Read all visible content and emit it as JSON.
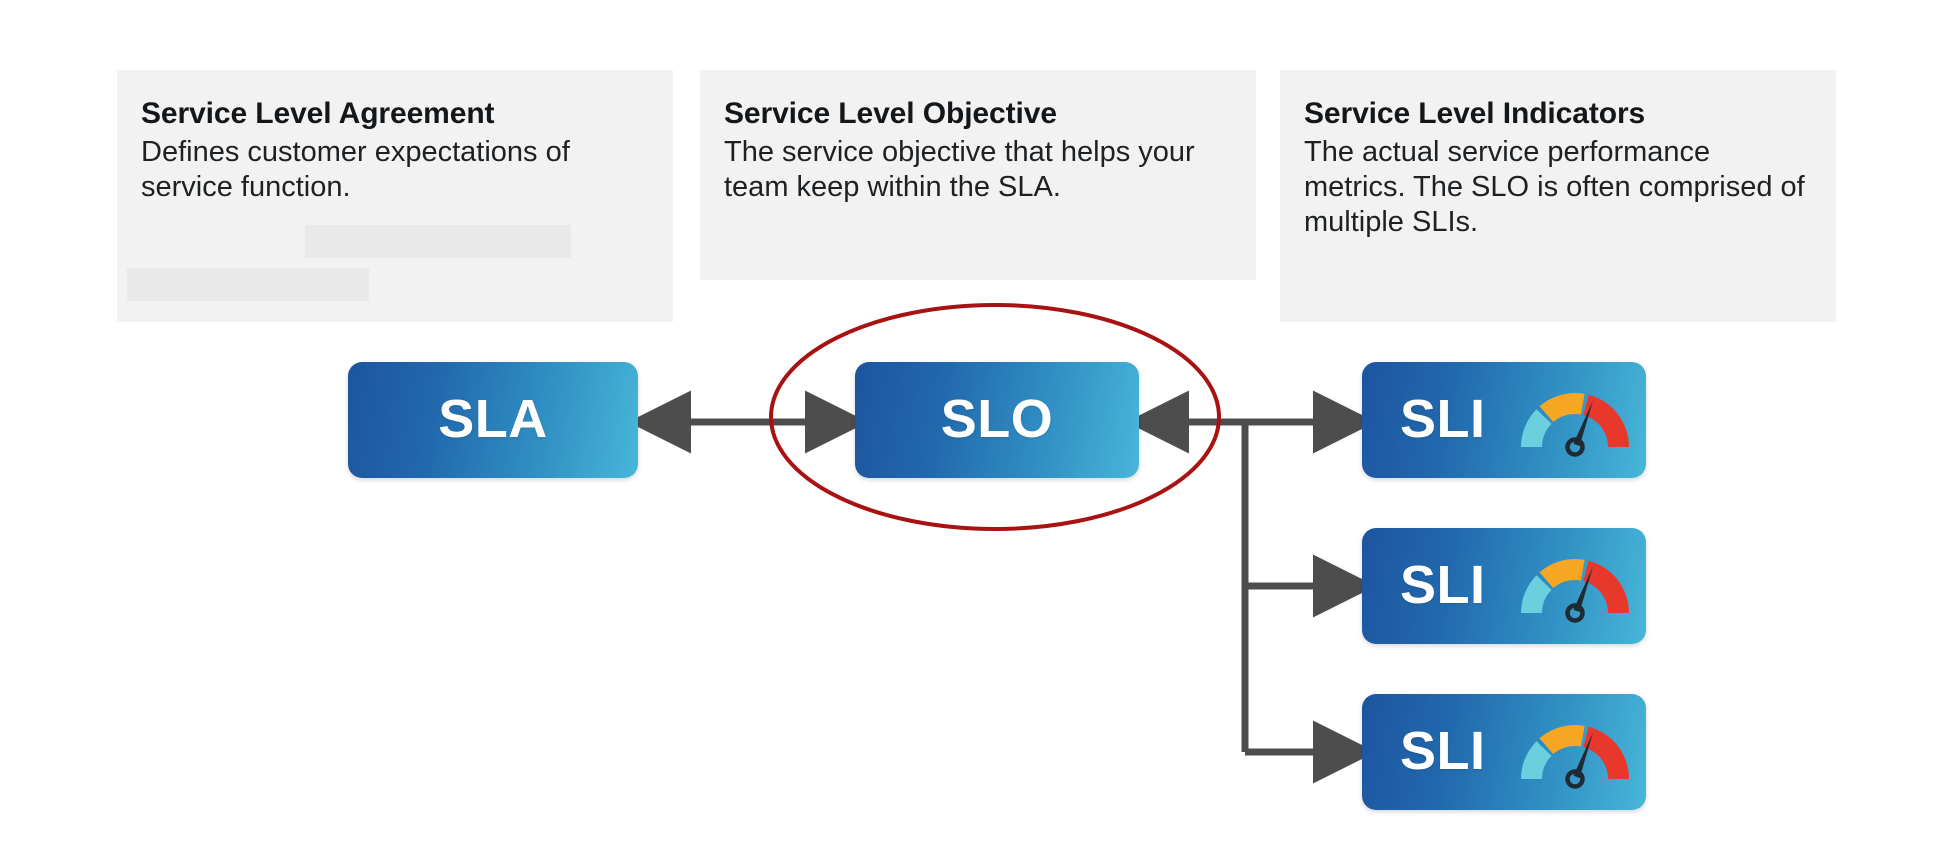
{
  "diagram": {
    "title_concept": "SLA / SLO / SLI relationship",
    "background_color": "#ffffff"
  },
  "cards": [
    {
      "id": "sla-card",
      "title": "Service Level Agreement",
      "body": "Defines customer expectations of service function.",
      "background_color": "#f2f2f2",
      "has_redacted_blocks": true
    },
    {
      "id": "slo-card",
      "title": "Service Level Objective",
      "body": "The service objective that helps your team keep within the SLA.",
      "background_color": "#f2f2f2",
      "has_redacted_blocks": false
    },
    {
      "id": "sli-card",
      "title": "Service Level Indicators",
      "body": "The actual service performance metrics. The SLO is often comprised of multiple SLIs.",
      "background_color": "#f2f2f2",
      "has_redacted_blocks": false
    }
  ],
  "nodes": {
    "sla": {
      "label": "SLA"
    },
    "slo": {
      "label": "SLO"
    },
    "sli_1": {
      "label": "SLI",
      "icon": "gauge-icon"
    },
    "sli_2": {
      "label": "SLI",
      "icon": "gauge-icon"
    },
    "sli_3": {
      "label": "SLI",
      "icon": "gauge-icon"
    }
  },
  "gauge": {
    "segments": [
      {
        "name": "low",
        "color": "#6ccfdd"
      },
      {
        "name": "medium",
        "color": "#f5a623"
      },
      {
        "name": "high",
        "color": "#e8382c"
      }
    ],
    "needle_color": "#1f2b33",
    "needle_points_to": "high"
  },
  "connectors": {
    "line_color": "#4d4d4d",
    "sla_to_slo": "bidirectional",
    "slo_to_sli_branch": "bidirectional",
    "branch_to_sli_2": "unidirectional",
    "branch_to_sli_3": "unidirectional"
  },
  "annotation": {
    "shape": "ellipse",
    "highlights": "SLO",
    "color": "#a81212"
  },
  "colors": {
    "node_gradient_start": "#1d559f",
    "node_gradient_end": "#48b6d9",
    "card_background": "#f2f2f2",
    "redact_block": "#e9e9e9",
    "connector": "#4d4d4d",
    "annotation_red": "#a81212",
    "text_dark": "#14171a"
  }
}
